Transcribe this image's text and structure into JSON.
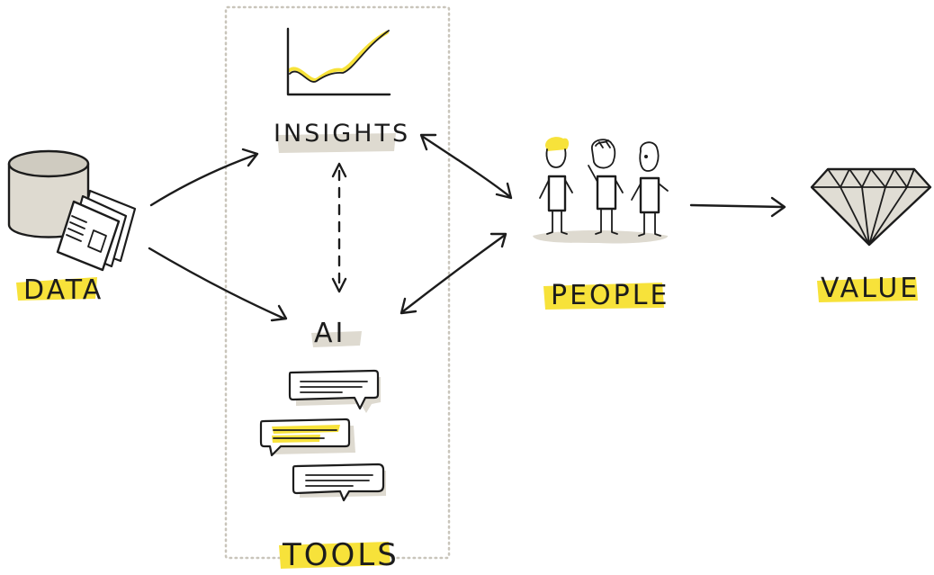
{
  "labels": {
    "data": "DATA",
    "insights": "INSIGHTS",
    "ai": "AI",
    "people": "PEOPLE",
    "value": "VALUE",
    "tools": "TOOLS"
  },
  "colors": {
    "ink": "#1c1c1c",
    "highlight": "#f7e23a",
    "shadow": "#dedad0",
    "box_dots": "#c9c5bb",
    "diamond_fill": "#e0ddd4"
  },
  "icons": {
    "data": "database-with-documents-icon",
    "insights": "line-chart-icon",
    "ai": "chat-bubbles-icon",
    "people": "people-group-icon",
    "value": "diamond-icon"
  }
}
